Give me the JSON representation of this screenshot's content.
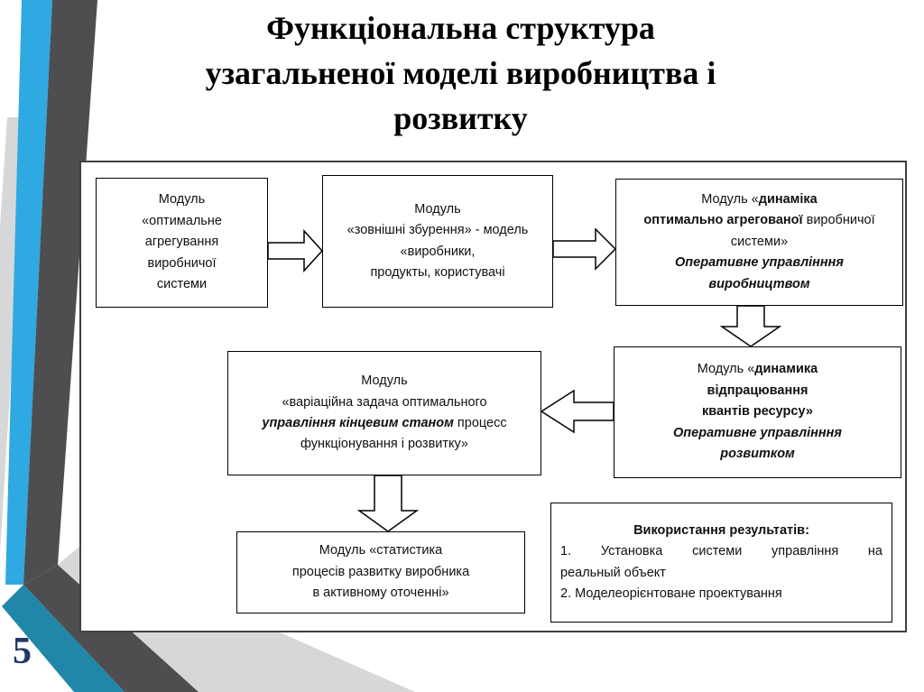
{
  "slide": {
    "page_number": "5",
    "title_lines": [
      "Функціональна структура",
      "узагальненої моделі виробництва і",
      "розвитку"
    ]
  },
  "boxes": {
    "optimal_aggregation": {
      "l1": "Модуль",
      "l2": "«оптимальне",
      "l3": "агрегування",
      "l4": "виробничої",
      "l5": "системи"
    },
    "external_disturbances": {
      "l1": "Модуль",
      "l2": "«зовнішні збурення» - модель",
      "l3": "«виробники,",
      "l4": "продукты, користувачі"
    },
    "dynamics_aggregated": {
      "l1a": "Модуль «",
      "l1b": "динаміка",
      "l2a": "оптимально агрегованої",
      "l2b": " виробничої",
      "l3": "системи»",
      "l4": "Оперативне управлінння",
      "l5": "виробництвом"
    },
    "quanta_dynamics": {
      "l1a": "Модуль «",
      "l1b": "динамика",
      "l2": "відпрацювання",
      "l3": "квантів ресурсу»",
      "l4": "Оперативне управлінння",
      "l5": "розвитком"
    },
    "variational_task": {
      "l1": "Модуль",
      "l2": "«варіаційна задача оптимального",
      "l3a": "управління кінцевим станом",
      "l3b": " процесс",
      "l4": "функціонування і розвитку»"
    },
    "statistics": {
      "l1": "Модуль «статистика",
      "l2": "процесів развитку виробника",
      "l3": "в активному оточенні»"
    },
    "results_usage": {
      "title": "Використання результатів:",
      "item1a": "1. Установка системи управління на",
      "item1b": "реальный объект",
      "item2": "2. Моделеорієнтоване проектування"
    }
  },
  "colors": {
    "accent_blue": "#2FA9E1",
    "dark_gray": "#4E4E50",
    "light_gray": "#D6D7D9",
    "teal": "#2187A8",
    "page_number_navy": "#1F3864",
    "box_border": "#000000",
    "frame_border": "#404040"
  }
}
